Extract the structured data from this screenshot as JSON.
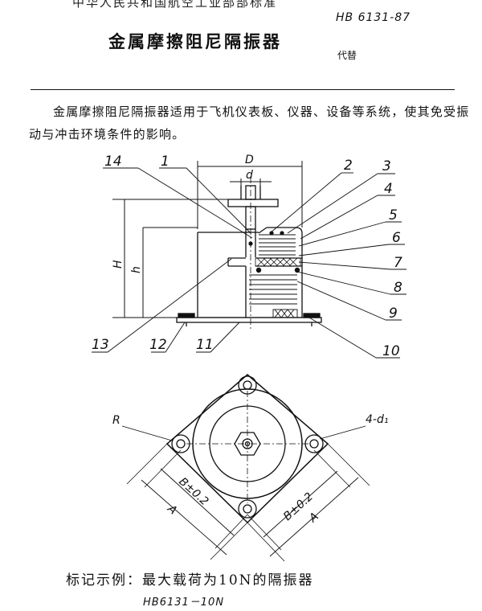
{
  "header": {
    "top_text": "中华人民共和国航空工业部部标准",
    "standard_no": "HB 6131-87",
    "title": "金属摩擦阻尼隔振器",
    "replaces": "代替"
  },
  "body": {
    "paragraph": "金属摩擦阻尼隔振器适用于飞机仪表板、仪器、设备等系统，使其免受振动与冲击环境条件的影响。"
  },
  "figure": {
    "part_labels": [
      "14",
      "1",
      "2",
      "3",
      "4",
      "5",
      "6",
      "7",
      "8",
      "9",
      "10",
      "11",
      "12",
      "13"
    ],
    "dim_D": "D",
    "dim_d": "d",
    "dim_H": "H",
    "dim_h": "h",
    "dim_R": "R",
    "dim_holes": "4-d₁",
    "dim_B_left": "B±0.2",
    "dim_B_right": "B±0.2",
    "dim_A_left": "A",
    "dim_A_right": "A"
  },
  "marking": {
    "label": "标记示例：最大载荷为10N的隔振器",
    "code": "HB6131－10N"
  }
}
